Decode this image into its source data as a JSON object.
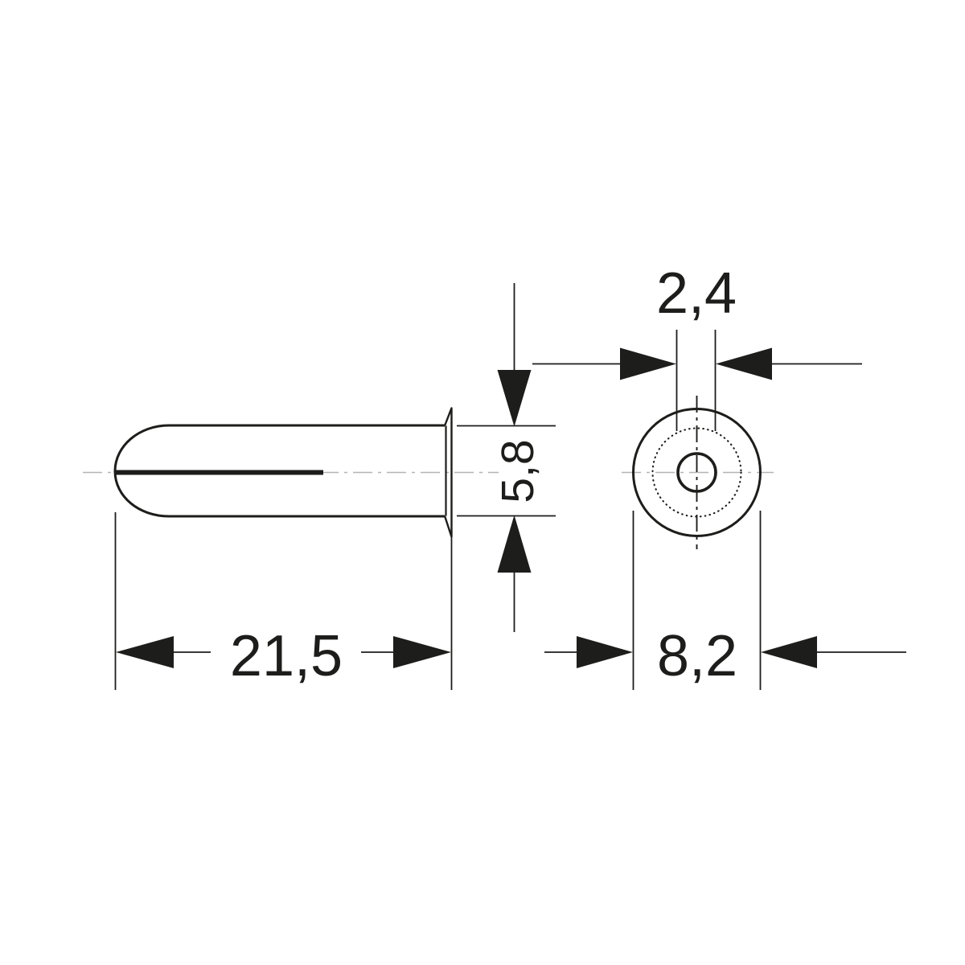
{
  "colors": {
    "line": "#1d1d1b",
    "centerline": "#b4b4b4",
    "background": "#ffffff"
  },
  "dimensions": {
    "length": {
      "label": "21,5"
    },
    "body_diameter": {
      "label": "5,8"
    },
    "hole_diameter": {
      "label": "2,4"
    },
    "flange_diameter": {
      "label": "8,2"
    }
  }
}
